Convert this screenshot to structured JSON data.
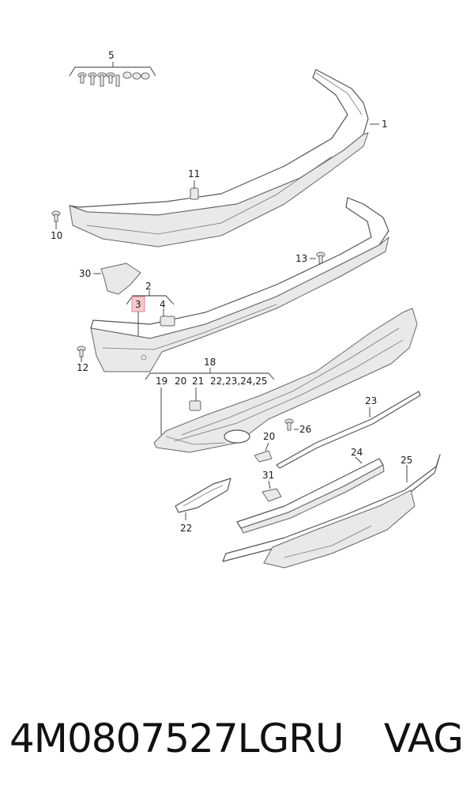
{
  "callouts": {
    "c1": "1",
    "c2": "2",
    "c3": "3",
    "c4": "4",
    "c5": "5",
    "c10": "10",
    "c11": "11",
    "c12": "12",
    "c13": "13",
    "c18": "18",
    "c19": "19",
    "c20a": "20",
    "c21": "21",
    "c18sub": "22,23,24,25",
    "c20b": "20",
    "c22": "22",
    "c23": "23",
    "c24": "24",
    "c25": "25",
    "c26": "26",
    "c30": "30",
    "c31": "31"
  },
  "highlight_color": "#f6c9cc",
  "footer": {
    "part_number": "4M0807527LGRU",
    "brand": "VAG"
  }
}
